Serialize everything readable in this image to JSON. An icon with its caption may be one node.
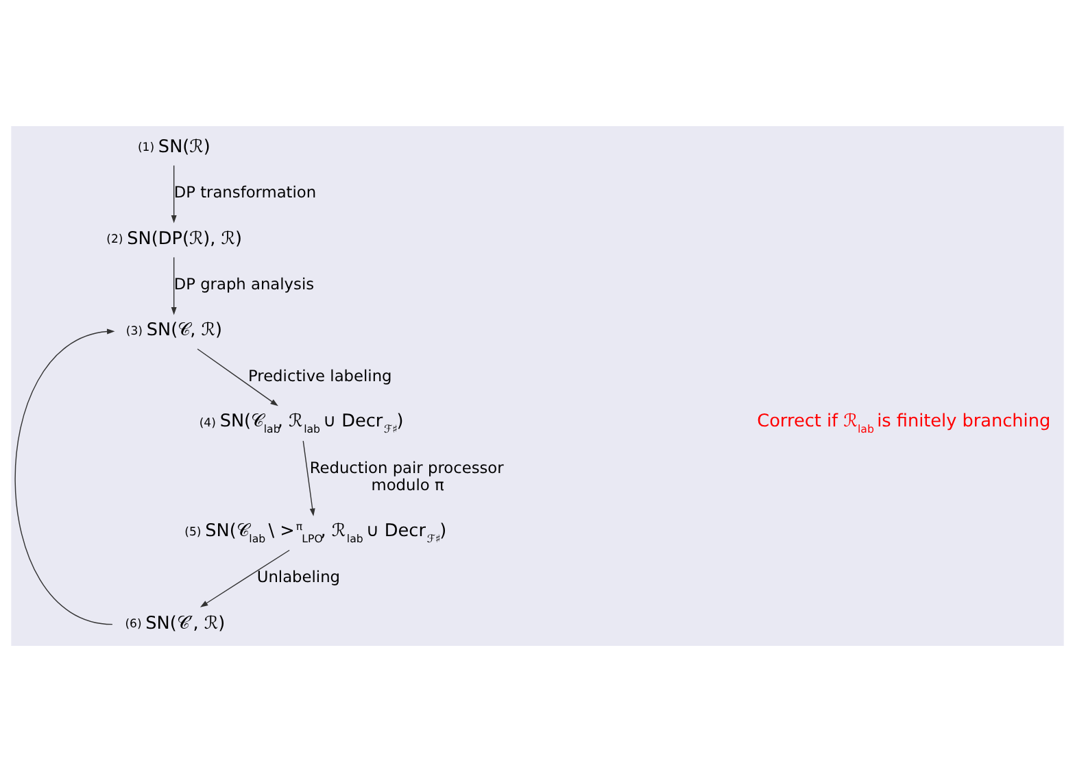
{
  "diagram": {
    "nodes": [
      {
        "text": [
          "(1)",
          "SN(ℛ)"
        ]
      },
      {
        "text": [
          "(2)",
          "SN(DP(ℛ), ℛ)"
        ]
      },
      {
        "text": [
          "(3)",
          "SN(𝒞, ℛ)"
        ]
      },
      {
        "text": [
          "(4)",
          "SN(𝒞$_{lab}$, ℛ$_{lab}$ ∪ Decr$_{ℱ♯}$)"
        ]
      },
      {
        "text": [
          "(5)",
          "SN(𝒞$_{lab}$ \\ >$^{π}$$_{LPO}$, ℛ$_{lab}$ ∪ Decr$_{ℱ♯}$)"
        ]
      },
      {
        "text": [
          "(6)",
          "SN(𝒞′, ℛ)"
        ]
      }
    ],
    "edges": [
      {
        "from": 0,
        "to": 1,
        "arrow": "to",
        "label": "DP transformation"
      },
      {
        "from": 1,
        "to": 2,
        "arrow": "to",
        "label": "DP graph analysis"
      },
      {
        "from": 2,
        "to": 3,
        "arrow": "to",
        "label": "Predictive labeling"
      },
      {
        "from": 3,
        "to": 4,
        "arrow": "to",
        "label": "Reduction pair processor modulo π"
      },
      {
        "from": 4,
        "to": 5,
        "arrow": "to",
        "label": "Unlabeling"
      },
      {
        "from": 5,
        "to": 2,
        "arrow": "to"
      }
    ],
    "labels": [
      "Correct if ℛ$_{lab}$ is finitely branching"
    ]
  }
}
